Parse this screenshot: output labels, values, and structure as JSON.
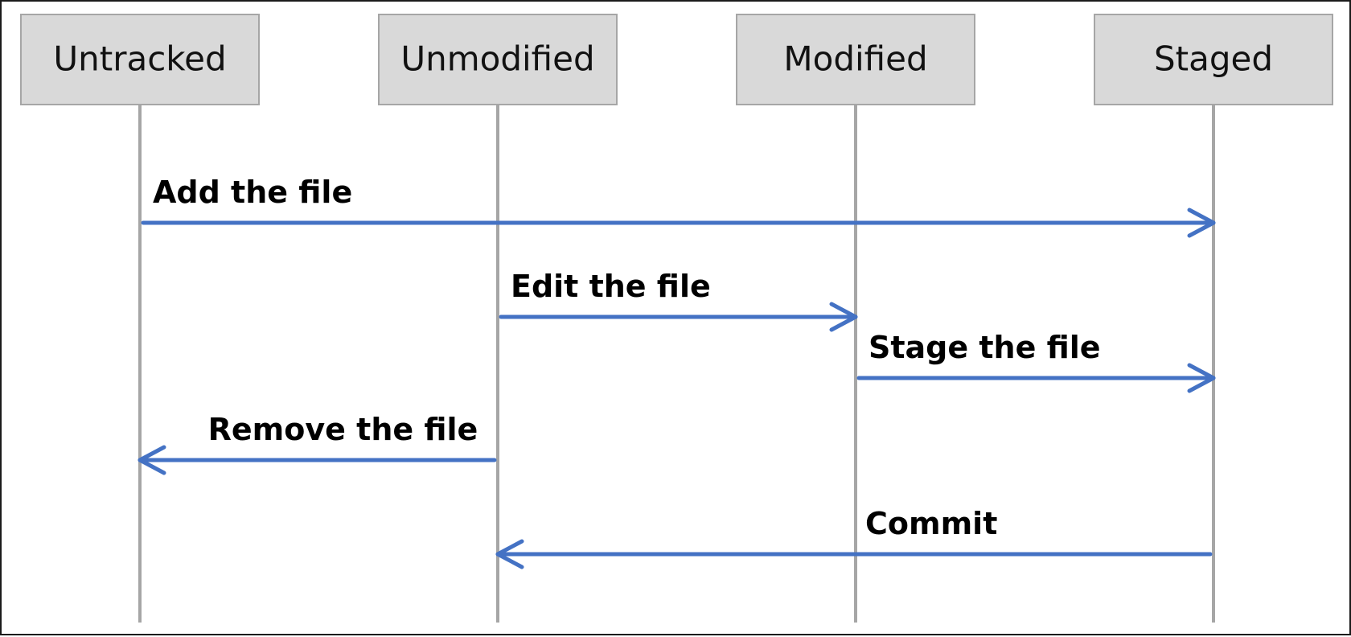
{
  "diagram": {
    "colors": {
      "lifeline": "#a6a6a6",
      "lane_fill": "#d9d9d9",
      "arrow": "#4472c4",
      "border": "#1a1a1a"
    },
    "lanes": [
      {
        "id": "untracked",
        "label": "Untracked"
      },
      {
        "id": "unmodified",
        "label": "Unmodified"
      },
      {
        "id": "modified",
        "label": "Modified"
      },
      {
        "id": "staged",
        "label": "Staged"
      }
    ],
    "messages": [
      {
        "id": "add",
        "label": "Add the file",
        "from": 0,
        "to": 3
      },
      {
        "id": "edit",
        "label": "Edit the file",
        "from": 1,
        "to": 2
      },
      {
        "id": "stage",
        "label": "Stage the file",
        "from": 2,
        "to": 3
      },
      {
        "id": "remove",
        "label": "Remove the file",
        "from": 1,
        "to": 0
      },
      {
        "id": "commit",
        "label": "Commit",
        "from": 3,
        "to": 1
      }
    ]
  }
}
